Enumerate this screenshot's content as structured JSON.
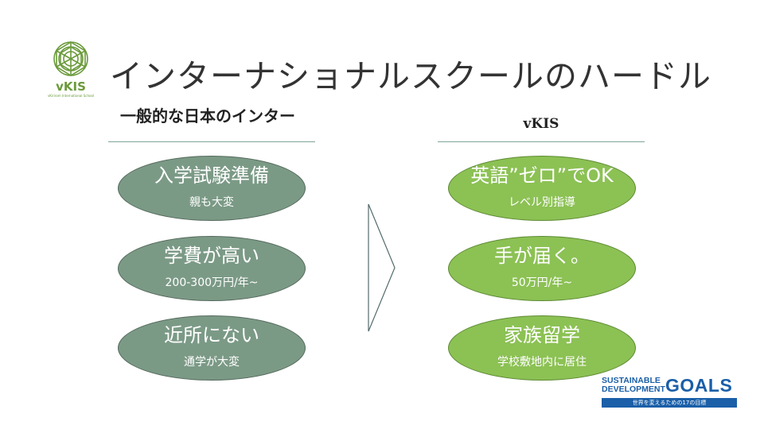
{
  "logo": {
    "text": "vKIS",
    "subtitle": "vKirirom International School",
    "color": "#6a9a3a"
  },
  "title": "インターナショナルスクールのハードル",
  "left": {
    "heading": "一般的な日本のインター",
    "items": [
      {
        "main": "入学試験準備",
        "sub": "親も大変"
      },
      {
        "main": "学費が高い",
        "sub": "200-300万円/年~"
      },
      {
        "main": "近所にない",
        "sub": "通学が大変"
      }
    ]
  },
  "right": {
    "heading": "vKIS",
    "items": [
      {
        "main": "英語”ゼロ”でOK",
        "sub": "レベル別指導"
      },
      {
        "main": "手が届く。",
        "sub": "50万円/年~"
      },
      {
        "main": "家族留学",
        "sub": "学校敷地内に居住"
      }
    ]
  },
  "sdg": {
    "line1": "SUSTAINABLE",
    "line2": "DEVELOPMENT",
    "goals": "GOALS",
    "tagline": "世界を変えるための17の目標",
    "color": "#1a5fa8"
  },
  "colors": {
    "gray_ellipse": "#7b9a86",
    "green_ellipse": "#8cc154",
    "rule": "#7fa39a"
  }
}
